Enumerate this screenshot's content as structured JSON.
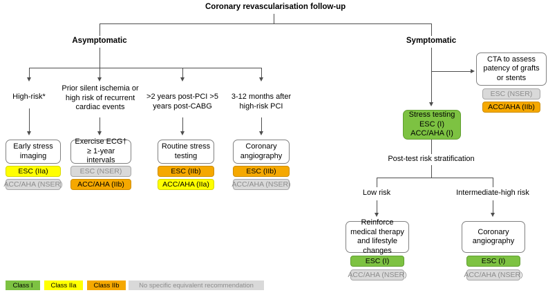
{
  "title": "Coronary revascularisation follow-up",
  "branches": {
    "asymptomatic": "Asymptomatic",
    "symptomatic": "Symptomatic"
  },
  "asymptomatic_columns": [
    {
      "condition": "High-risk*",
      "box": "Early stress imaging",
      "recs": [
        {
          "label": "ESC (IIa)",
          "color": "yellow"
        },
        {
          "label": "ACC/AHA (NSER)",
          "color": "gray"
        }
      ]
    },
    {
      "condition": "Prior silent ischemia or high risk of recurrent cardiac events",
      "box": "Exercise ECG† ≥ 1-year intervals",
      "recs": [
        {
          "label": "ESC (NSER)",
          "color": "gray"
        },
        {
          "label": "ACC/AHA (IIb)",
          "color": "orange"
        }
      ]
    },
    {
      "condition": ">2 years post-PCI >5 years post-CABG",
      "box": "Routine stress testing",
      "recs": [
        {
          "label": "ESC (IIb)",
          "color": "orange"
        },
        {
          "label": "ACC/AHA (IIa)",
          "color": "yellow"
        }
      ]
    },
    {
      "condition": "3-12 months after high-risk PCI",
      "box": "Coronary angiography",
      "recs": [
        {
          "label": "ESC (IIb)",
          "color": "orange"
        },
        {
          "label": "ACC/AHA (NSER)",
          "color": "gray"
        }
      ]
    }
  ],
  "symptomatic_branch": {
    "cta_node": {
      "box": "CTA to assess patency of grafts or stents",
      "recs": [
        {
          "label": "ESC (NSER)",
          "color": "gray"
        },
        {
          "label": "ACC/AHA (IIb)",
          "color": "orange"
        }
      ]
    },
    "stress_node": {
      "line1": "Stress testing",
      "line2": "ESC (I)",
      "line3": "ACC/AHA (I)"
    },
    "stratification_label": "Post-test risk stratification",
    "risk_paths": [
      {
        "risk_label": "Low risk",
        "box": "Reinforce medical therapy and lifestyle changes",
        "recs": [
          {
            "label": "ESC (I)",
            "color": "green"
          },
          {
            "label": "ACC/AHA (NSER)",
            "color": "gray"
          }
        ]
      },
      {
        "risk_label": "Intermediate-high risk",
        "box": "Coronary angiography",
        "recs": [
          {
            "label": "ESC (I)",
            "color": "green"
          },
          {
            "label": "ACC/AHA (NSER)",
            "color": "gray"
          }
        ]
      }
    ]
  },
  "legend": [
    {
      "label": "Class I",
      "color": "green"
    },
    {
      "label": "Class IIa",
      "color": "yellow"
    },
    {
      "label": "Class IIb",
      "color": "orange"
    },
    {
      "label": "No specific equivalent recommendation",
      "color": "gray"
    }
  ],
  "colors": {
    "class_i": "#7dc242",
    "class_iia": "#ffff00",
    "class_iib": "#f5a800",
    "nser": "#d9d9d9",
    "line": "#4d4d4d"
  }
}
